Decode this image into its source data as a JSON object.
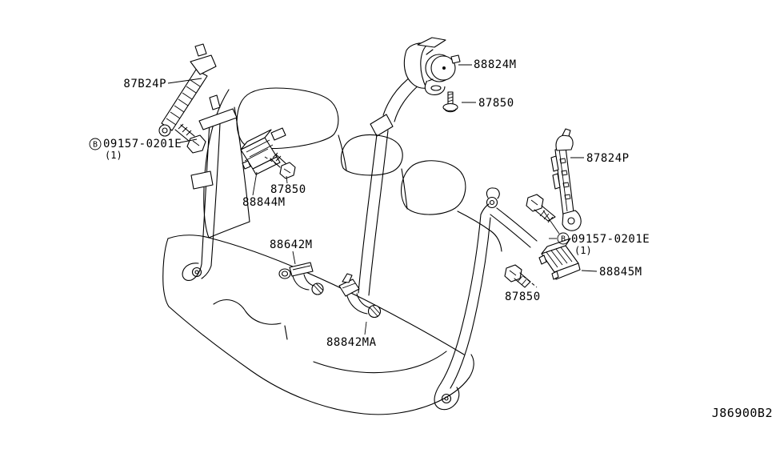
{
  "page": {
    "background": "#ffffff",
    "line_color": "#000000",
    "text_color": "#000000"
  },
  "diagram": {
    "type": "exploded-parts-diagram",
    "subject": "rear-seat-belt",
    "code": "J86900B2"
  },
  "callouts": {
    "anchor_87b24p": "87B24P",
    "bolt_09157": "09157-0201E",
    "bolt_09157_prefix": "B",
    "bolt_09157_qty": "(1)",
    "screw_87850": "87850",
    "retractor_88824m": "88824M",
    "sash_88844m": "88844M",
    "bracket_87824p": "87824P",
    "buckle_88845m": "88845M",
    "buckle_88642m": "88642M",
    "buckle_88842ma": "88842MA"
  }
}
